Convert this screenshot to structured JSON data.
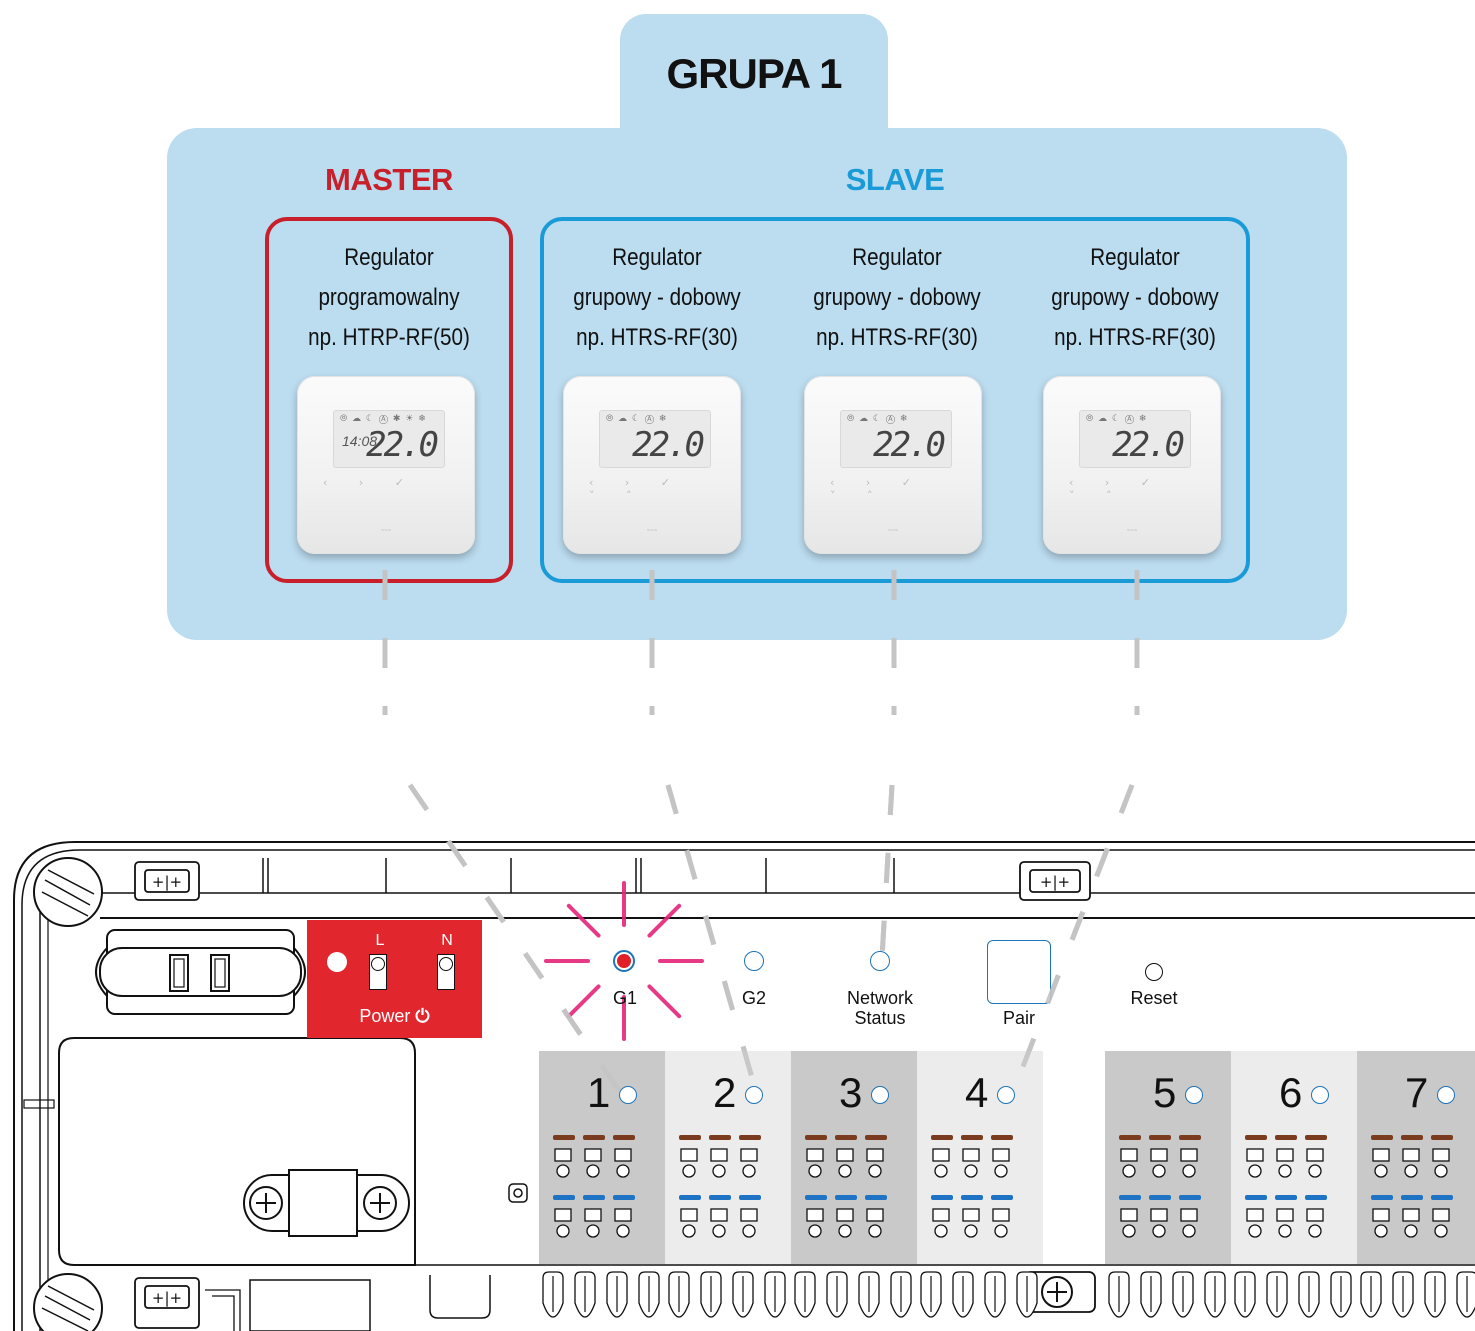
{
  "colors": {
    "panel_bg": "#bcdcf0",
    "master": "#c8202a",
    "slave": "#1a9ad6",
    "power_panel": "#e1262d",
    "led_active": "#e01f26",
    "led_ring": "#1f73b7",
    "burst": "#e5257a",
    "channel_dark": "#c9c9c9",
    "channel_light": "#ececec",
    "wire_brown": "#7a3b1e",
    "wire_blue": "#1f73c4",
    "dash": "#c4c4c4"
  },
  "group_title": "GRUPA 1",
  "roles": {
    "master": "MASTER",
    "slave": "SLAVE"
  },
  "devices": [
    {
      "line1": "Regulator",
      "line2": "programowalny",
      "line3": "np. HTRP-RF(50)",
      "temp": "22.0",
      "time": "14:08",
      "icons": "⦾ ☁ ☾ Ⓐ ✱ ☀ ❄",
      "role": "master"
    },
    {
      "line1": "Regulator",
      "line2": "grupowy - dobowy",
      "line3": "np. HTRS-RF(30)",
      "temp": "22.0",
      "time": "",
      "icons": "⦾ ☁ ☾ Ⓐ   ❄",
      "role": "slave"
    },
    {
      "line1": "Regulator",
      "line2": "grupowy - dobowy",
      "line3": "np. HTRS-RF(30)",
      "temp": "22.0",
      "time": "",
      "icons": "⦾ ☁ ☾ Ⓐ   ❄",
      "role": "slave"
    },
    {
      "line1": "Regulator",
      "line2": "grupowy - dobowy",
      "line3": "np. HTRS-RF(30)",
      "temp": "22.0",
      "time": "",
      "icons": "⦾ ☁ ☾ Ⓐ   ❄",
      "role": "slave"
    }
  ],
  "controller": {
    "power_L": "L",
    "power_N": "N",
    "power_label": "Power",
    "power_icon": "⏻",
    "g1_label": "G1",
    "g2_label": "G2",
    "network_label_1": "Network",
    "network_label_2": "Status",
    "pair_label": "Pair",
    "reset_label": "Reset",
    "channels": [
      "1",
      "2",
      "3",
      "4",
      "5",
      "6",
      "7"
    ],
    "g1_active": true
  }
}
